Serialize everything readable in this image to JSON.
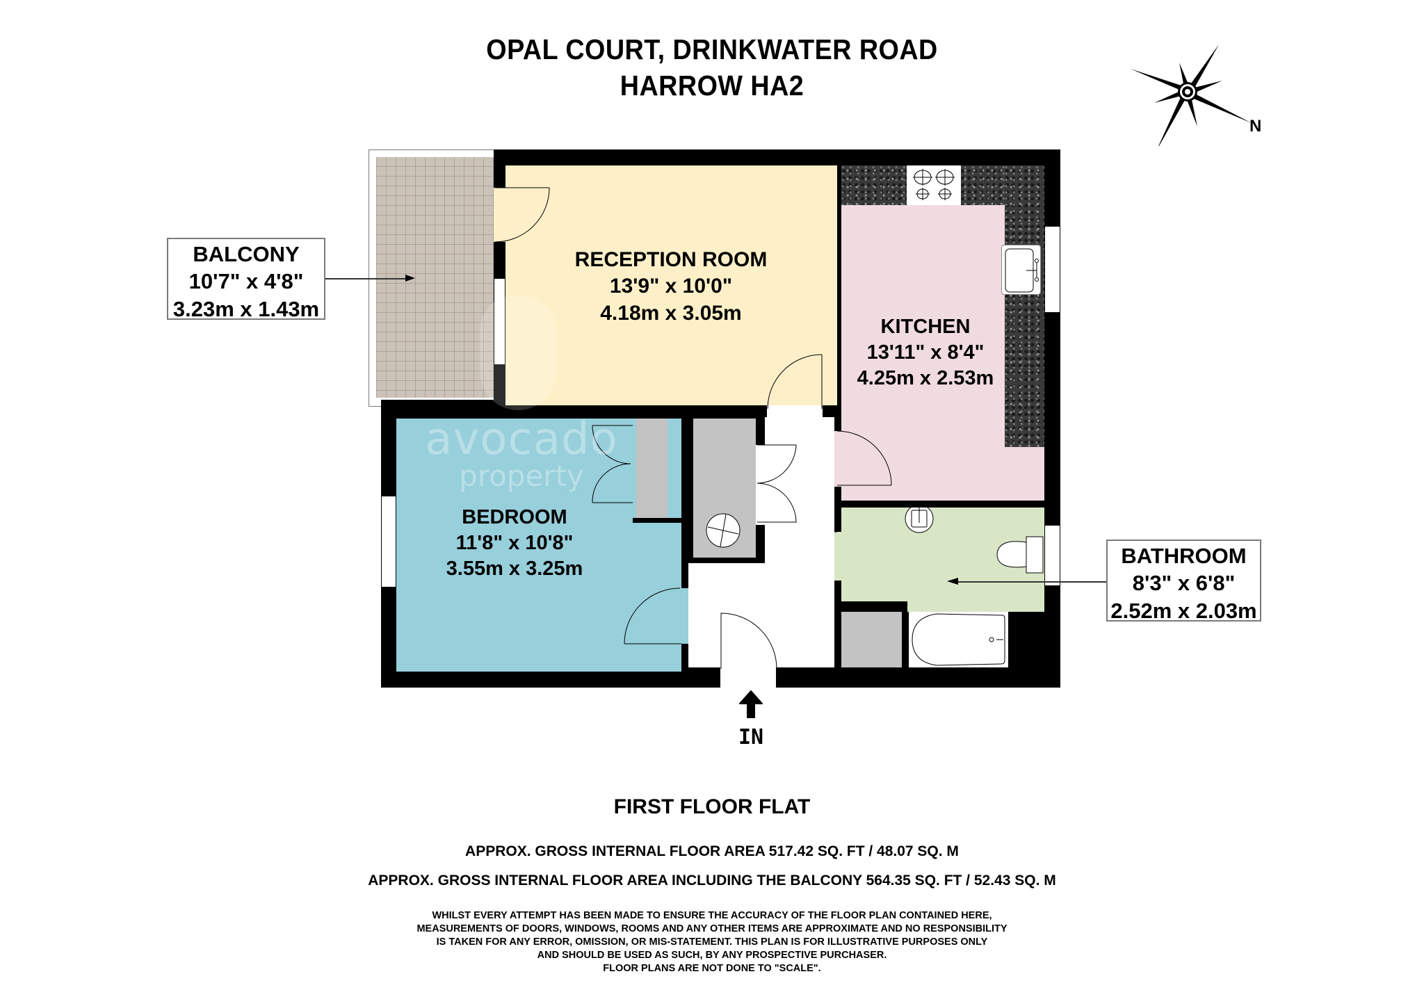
{
  "header": {
    "line1": "OPAL COURT, DRINKWATER ROAD",
    "line2": "HARROW HA2"
  },
  "compass": {
    "icon": "compass-rose-icon",
    "label": "N"
  },
  "rooms": {
    "reception": {
      "name": "RECEPTION ROOM",
      "imperial": "13'9\" x 10'0\"",
      "metric": "4.18m x 3.05m",
      "color": "#fdf0c8"
    },
    "kitchen": {
      "name": "KITCHEN",
      "imperial": "13'11\" x 8'4\"",
      "metric": "4.25m x 2.53m",
      "color": "#f0dbe0"
    },
    "bedroom": {
      "name": "BEDROOM",
      "imperial": "11'8\" x 10'8\"",
      "metric": "3.55m x 3.25m",
      "color": "#97cfdb"
    },
    "bathroom": {
      "name": "BATHROOM",
      "imperial": "8'3\" x 6'8\"",
      "metric": "2.52m x 2.03m",
      "color": "#d9e6c6"
    },
    "balcony": {
      "name": "BALCONY",
      "imperial": "10'7\" x 4'8\"",
      "metric": "3.23m x 1.43m",
      "color": "#cbc2b8"
    },
    "cupboard_color": "#c3c3c3",
    "hall_color": "#ffffff"
  },
  "entrance": {
    "icon": "arrow-up-icon",
    "label": "IN"
  },
  "watermark": {
    "line1": "avocado",
    "line2": "property"
  },
  "footer": {
    "floor_name": "FIRST FLOOR FLAT",
    "area_line1": "APPROX. GROSS INTERNAL FLOOR AREA 517.42 SQ. FT / 48.07 SQ. M",
    "area_line2": "APPROX. GROSS INTERNAL FLOOR AREA  INCLUDING THE BALCONY 564.35 SQ. FT / 52.43 SQ. M",
    "disclaimer": [
      "WHILST EVERY ATTEMPT HAS BEEN MADE TO ENSURE THE ACCURACY OF THE FLOOR PLAN CONTAINED HERE,",
      "MEASUREMENTS OF DOORS, WINDOWS, ROOMS AND ANY OTHER ITEMS ARE APPROXIMATE AND NO RESPONSIBILITY",
      "IS TAKEN FOR ANY ERROR, OMISSION, OR MIS-STATEMENT. THIS PLAN IS FOR ILLUSTRATIVE PURPOSES ONLY",
      "AND SHOULD BE USED AS SUCH, BY ANY PROSPECTIVE PURCHASER.",
      "FLOOR PLANS ARE NOT DONE TO \"SCALE\"."
    ]
  }
}
